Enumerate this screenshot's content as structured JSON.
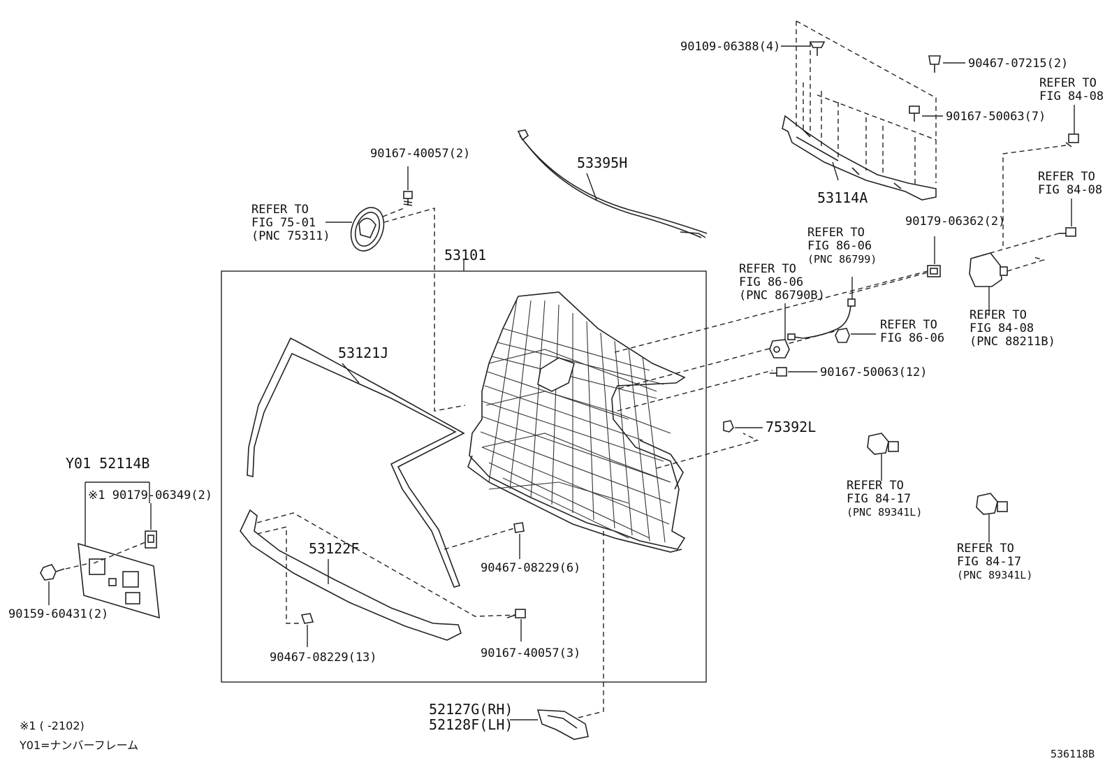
{
  "figure_id": "536118B",
  "notes": {
    "footnote_1": "※1 (        -2102)",
    "footnote_2": "Y01=ナンバーフレーム"
  },
  "labels": {
    "p90109_06388": "90109-06388(4)",
    "p90467_07215": "90467-07215(2)",
    "p90167_50063_7": "90167-50063(7)",
    "p53114A": "53114A",
    "refer_8408_a_1": "REFER TO",
    "refer_8408_a_2": "FIG 84-08",
    "refer_8408_b_1": "REFER TO",
    "refer_8408_b_2": "FIG 84-08",
    "p90179_06362": "90179-06362(2)",
    "p90167_40057_2": "90167-40057(2)",
    "p53395H": "53395H",
    "refer_7501_1": "REFER TO",
    "refer_7501_2": "FIG 75-01",
    "refer_7501_3": "(PNC 75311)",
    "p53101": "53101",
    "refer_8606_a_1": "REFER TO",
    "refer_8606_a_2": "FIG 86-06",
    "refer_8606_a_3": "(PNC 86799)",
    "refer_8606_b_1": "REFER TO",
    "refer_8606_b_2": "FIG 86-06",
    "refer_8606_b_3": "(PNC 86790B)",
    "refer_8606_c_1": "REFER TO",
    "refer_8606_c_2": "FIG 86-06",
    "refer_8408_c_1": "REFER TO",
    "refer_8408_c_2": "FIG 84-08",
    "refer_8408_c_3": "(PNC 88211B)",
    "p90167_50063_12": "90167-50063(12)",
    "p53121J": "53121J",
    "p75392L": "75392L",
    "refer_8417_a_1": "REFER TO",
    "refer_8417_a_2": "FIG 84-17",
    "refer_8417_a_3": "(PNC 89341L)",
    "refer_8417_b_1": "REFER TO",
    "refer_8417_b_2": "FIG 84-17",
    "refer_8417_b_3": "(PNC 89341L)",
    "y01_52114B": "Y01 52114B",
    "p90179_06349": "※1 90179-06349(2)",
    "p53122F": "53122F",
    "p90467_08229_6": "90467-08229(6)",
    "p90159_60431": "90159-60431(2)",
    "p90467_08229_13": "90467-08229(13)",
    "p90167_40057_3": "90167-40057(3)",
    "p52127G": "52127G(RH)",
    "p52128F": "52128F(LH)"
  }
}
